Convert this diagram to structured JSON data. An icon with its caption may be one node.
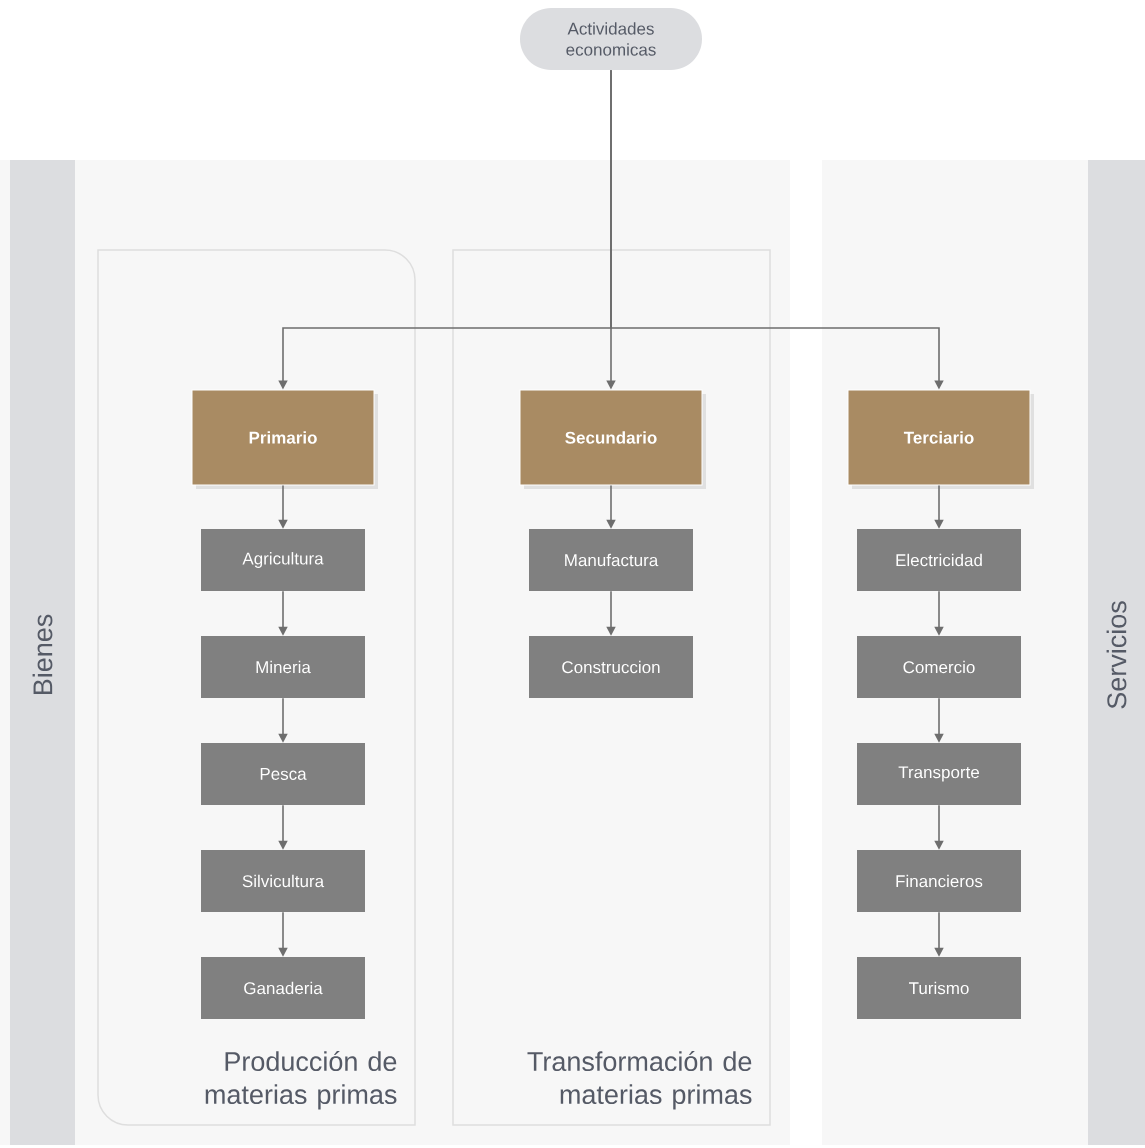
{
  "diagram": {
    "nodes": [
      {
        "text": [
          "Actividades economicas"
        ]
      },
      {
        "text": [
          "Bienes"
        ]
      },
      {
        "text": [
          "Producción de materias primas"
        ],
        "in": 1
      },
      {
        "text": [
          "Primario"
        ],
        "in": 2
      },
      {
        "text": [
          "Agricultura"
        ],
        "in": 2
      },
      {
        "text": [
          "Mineria"
        ],
        "in": 2
      },
      {
        "text": [
          "Pesca"
        ],
        "in": 2
      },
      {
        "text": [
          "Silvicultura"
        ],
        "in": 2
      },
      {
        "text": [
          "Ganaderia"
        ],
        "in": 2
      },
      {
        "text": [
          "Transformación de materias primas"
        ],
        "in": 1
      },
      {
        "text": [
          "Secundario"
        ],
        "in": 9
      },
      {
        "text": [
          "Manufactura"
        ],
        "in": 9
      },
      {
        "text": [
          "Construccion"
        ],
        "in": 9
      },
      {
        "text": [
          "Servicios"
        ]
      },
      {
        "text": [
          "Terciario"
        ],
        "in": 13
      },
      {
        "text": [
          "Electricidad"
        ],
        "in": 13
      },
      {
        "text": [
          "Comercio"
        ],
        "in": 13
      },
      {
        "text": [
          "Transporte"
        ],
        "in": 13
      },
      {
        "text": [
          "Financieros"
        ],
        "in": 13
      },
      {
        "text": [
          "Turismo"
        ],
        "in": 13
      }
    ],
    "edges": [
      {
        "from": 0,
        "to": 3,
        "arrow": "to"
      },
      {
        "from": 0,
        "to": 10,
        "arrow": "to"
      },
      {
        "from": 0,
        "to": 14,
        "arrow": "to"
      },
      {
        "from": 3,
        "to": 4,
        "arrow": "to"
      },
      {
        "from": 4,
        "to": 5,
        "arrow": "to"
      },
      {
        "from": 5,
        "to": 6,
        "arrow": "to"
      },
      {
        "from": 6,
        "to": 7,
        "arrow": "to"
      },
      {
        "from": 7,
        "to": 8,
        "arrow": "to"
      },
      {
        "from": 10,
        "to": 11,
        "arrow": "to"
      },
      {
        "from": 11,
        "to": 12,
        "arrow": "to"
      },
      {
        "from": 14,
        "to": 15,
        "arrow": "to"
      },
      {
        "from": 15,
        "to": 16,
        "arrow": "to"
      },
      {
        "from": 16,
        "to": 17,
        "arrow": "to"
      },
      {
        "from": 17,
        "to": 18,
        "arrow": "to"
      },
      {
        "from": 18,
        "to": 19,
        "arrow": "to"
      }
    ]
  }
}
